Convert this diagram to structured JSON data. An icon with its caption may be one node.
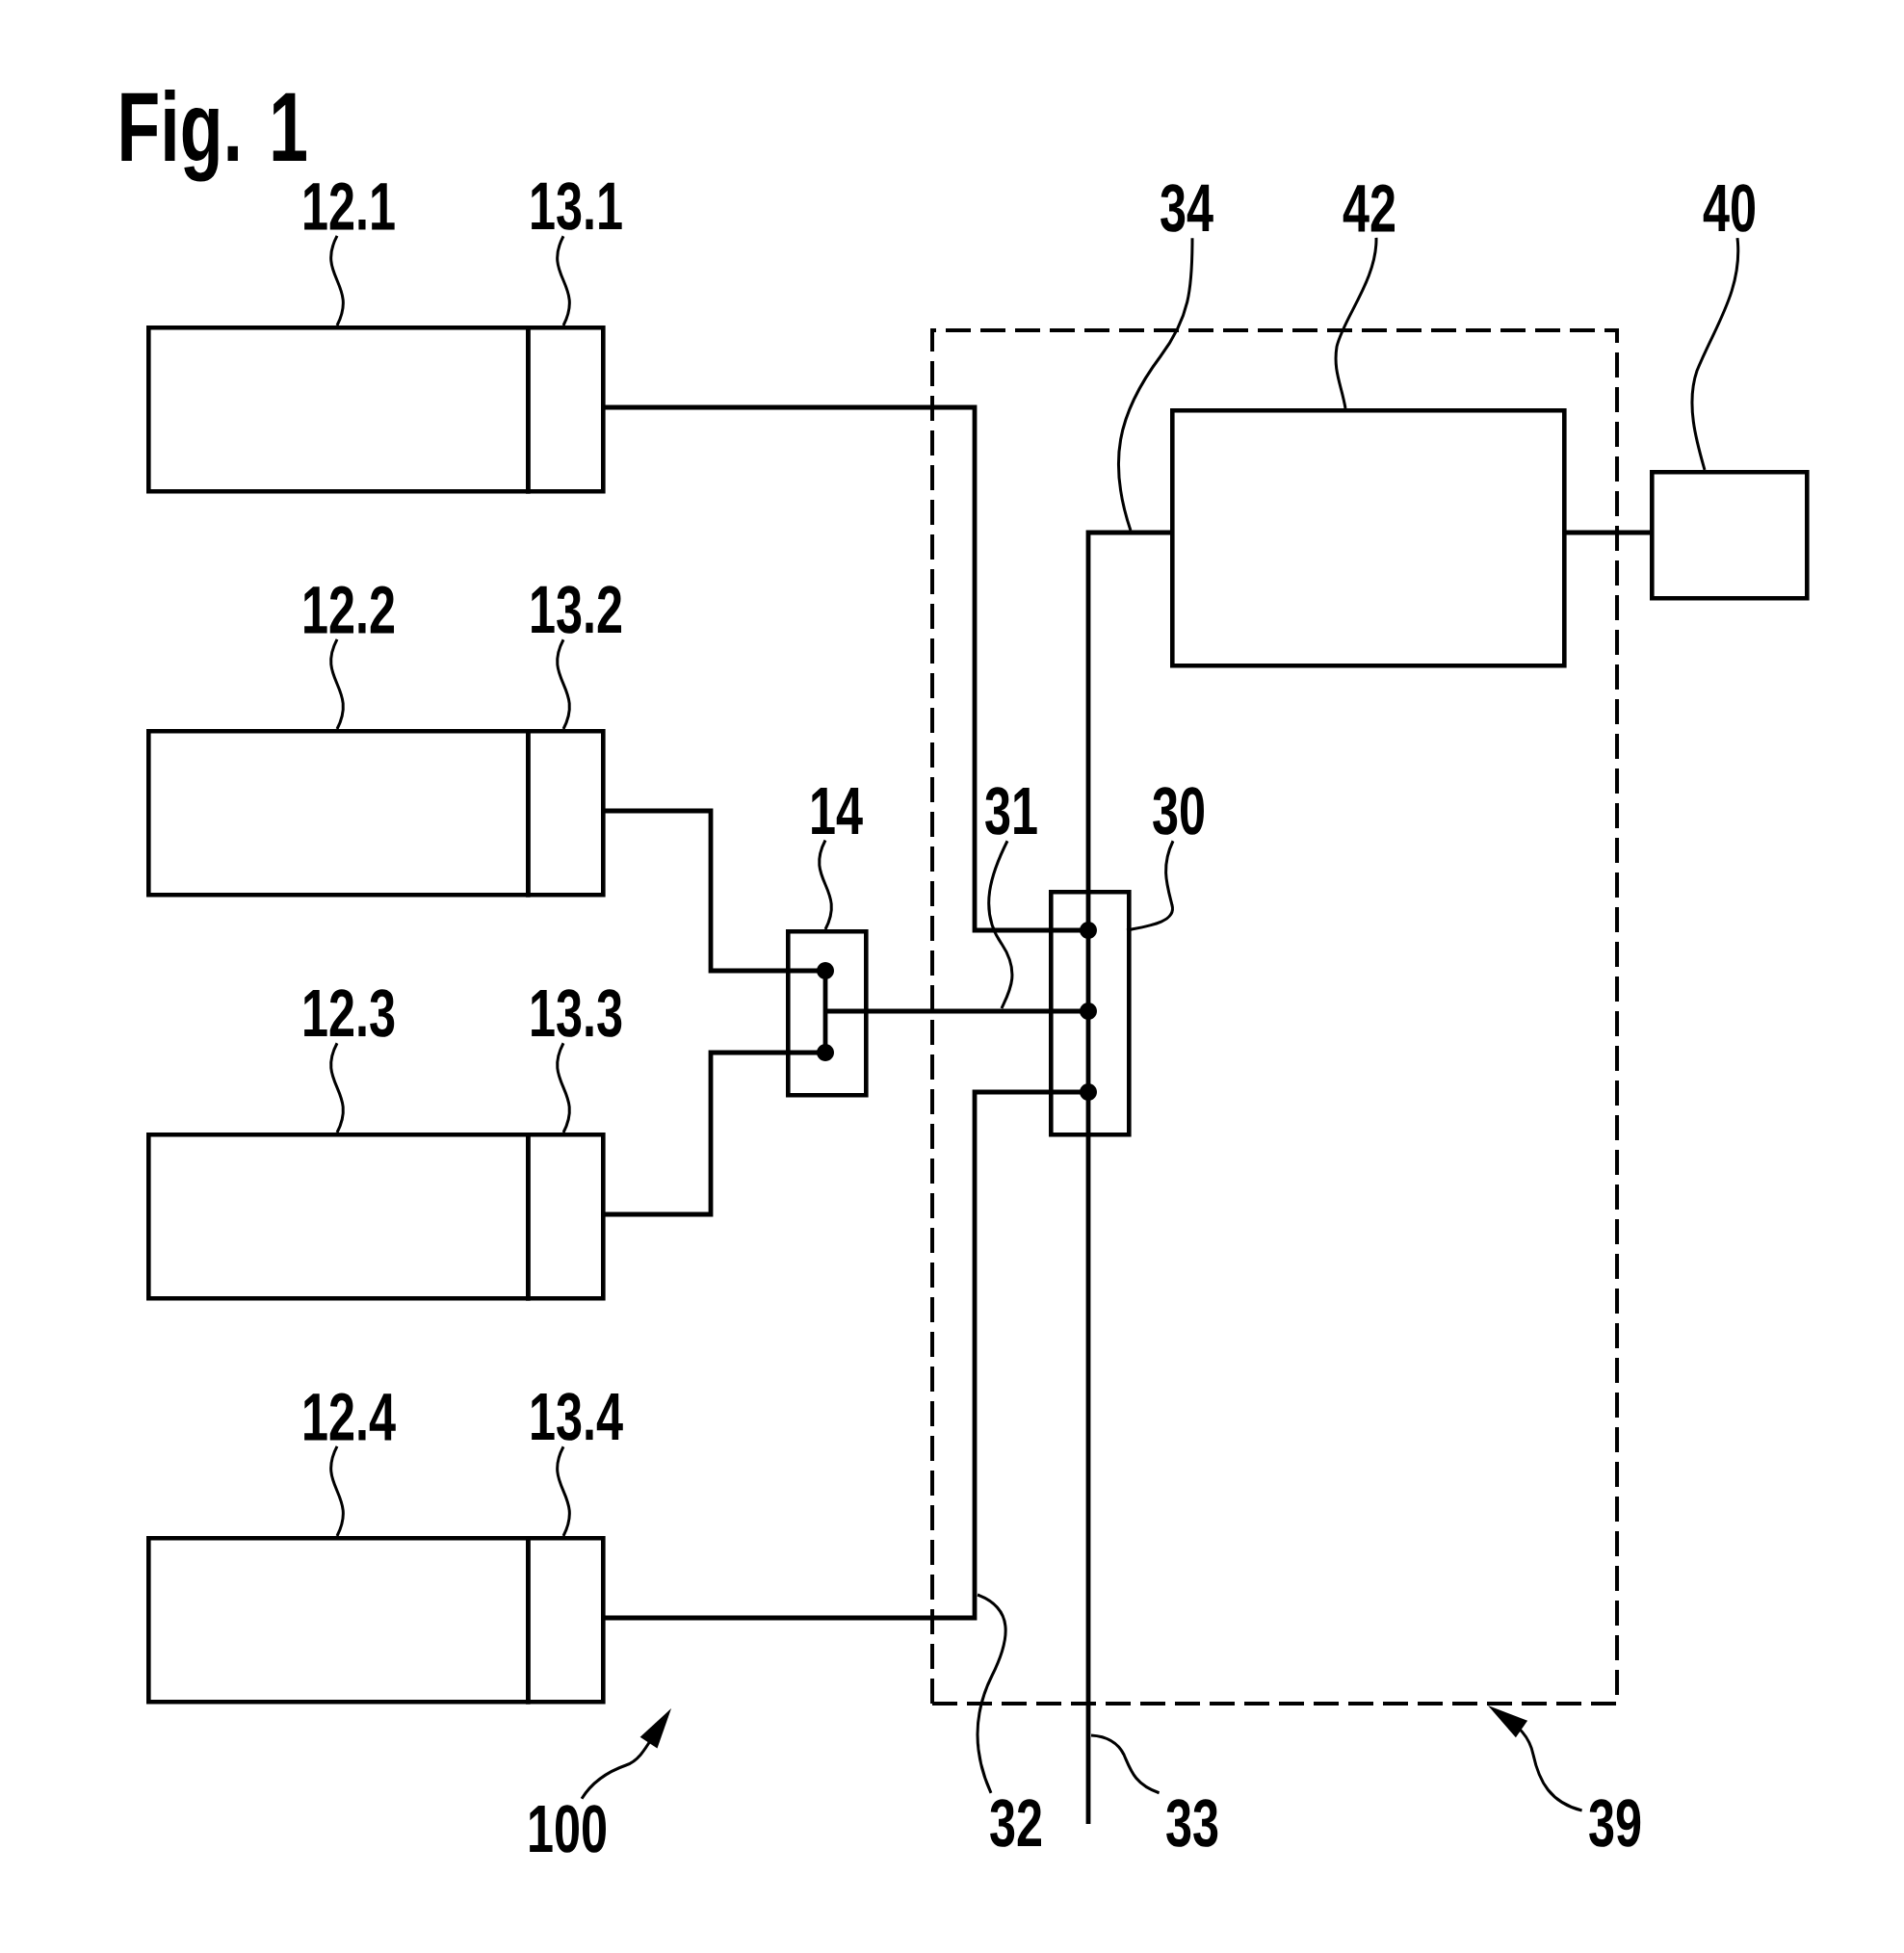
{
  "diagram": {
    "title": "Fig. 1",
    "nodes": [
      {
        "text": [
          "12.1"
        ]
      },
      {
        "text": [
          "13.1"
        ]
      },
      {
        "text": [
          "34"
        ]
      },
      {
        "text": [
          "42"
        ]
      },
      {
        "text": [
          "40"
        ]
      },
      {
        "text": [],
        "shape": "box"
      },
      {
        "text": [],
        "shape": "box"
      },
      {
        "text": [],
        "shape": "box"
      },
      {
        "text": [],
        "shape": "box",
        "in": 7
      },
      {
        "text": [],
        "shape": "box"
      },
      {
        "text": [
          "12.2"
        ]
      },
      {
        "text": [
          "13.2"
        ]
      },
      {
        "text": [],
        "shape": "box"
      },
      {
        "text": [],
        "shape": "box"
      },
      {
        "text": [
          "14"
        ]
      },
      {
        "text": [
          "31"
        ],
        "in": 7
      },
      {
        "text": [
          "30"
        ],
        "in": 7
      },
      {
        "text": [],
        "shape": "box"
      },
      {
        "text": [],
        "shape": "box",
        "in": 7
      },
      {
        "text": [
          "12.3"
        ]
      },
      {
        "text": [
          "13.3"
        ]
      },
      {
        "text": [],
        "shape": "box"
      },
      {
        "text": [],
        "shape": "box"
      },
      {
        "text": [
          "12.4"
        ]
      },
      {
        "text": [
          "13.4"
        ]
      },
      {
        "text": [],
        "shape": "box"
      },
      {
        "text": [],
        "shape": "box"
      },
      {
        "text": [
          "100"
        ]
      },
      {
        "text": [
          "32"
        ]
      },
      {
        "text": [
          "33"
        ]
      },
      {
        "text": [
          "39"
        ]
      }
    ],
    "edges": [
      {
        "from": 0,
        "to": 5,
        "arrow": "none"
      },
      {
        "from": 1,
        "to": 6,
        "arrow": "none"
      },
      {
        "from": 2,
        "to": null,
        "arrow": "none"
      },
      {
        "from": 3,
        "to": 8,
        "arrow": "none"
      },
      {
        "from": 4,
        "to": 9,
        "arrow": "none"
      },
      {
        "from": 10,
        "to": 12,
        "arrow": "none"
      },
      {
        "from": 11,
        "to": 13,
        "arrow": "none"
      },
      {
        "from": 14,
        "to": 17,
        "arrow": "none"
      },
      {
        "from": 15,
        "to": null,
        "arrow": "none"
      },
      {
        "from": 16,
        "to": 18,
        "arrow": "none"
      },
      {
        "from": 19,
        "to": 21,
        "arrow": "none"
      },
      {
        "from": 20,
        "to": 22,
        "arrow": "none"
      },
      {
        "from": 23,
        "to": 25,
        "arrow": "none"
      },
      {
        "from": 24,
        "to": 26,
        "arrow": "none"
      },
      {
        "from": 27,
        "to": null,
        "arrow": "to"
      },
      {
        "from": 28,
        "to": null,
        "arrow": "none"
      },
      {
        "from": 29,
        "to": null,
        "arrow": "none"
      },
      {
        "from": 30,
        "to": 7,
        "arrow": "to"
      },
      {
        "from": 6,
        "to": 18,
        "arrow": "none"
      },
      {
        "from": 13,
        "to": 17,
        "arrow": "none"
      },
      {
        "from": 22,
        "to": 17,
        "arrow": "none"
      },
      {
        "from": 17,
        "to": 18,
        "arrow": "none"
      },
      {
        "from": 26,
        "to": 18,
        "arrow": "none"
      },
      {
        "from": 8,
        "to": 18,
        "arrow": "none"
      },
      {
        "from": 18,
        "to": null,
        "arrow": "none"
      },
      {
        "from": 8,
        "to": 9,
        "arrow": "none"
      }
    ]
  }
}
